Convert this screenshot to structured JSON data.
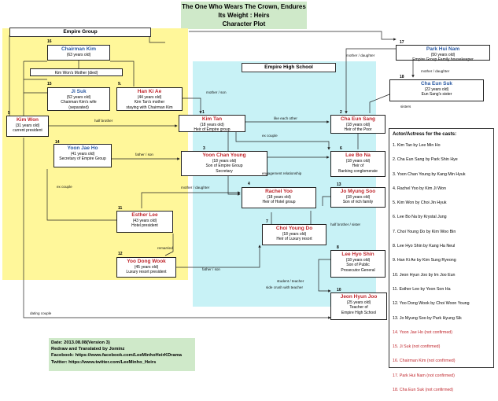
{
  "title": {
    "line1": "The One Who Wears The Crown, Endures Its Weight : Heirs",
    "line2": "Character Plot"
  },
  "regions": {
    "empire_group": "Empire Group",
    "empire_high_school": "Empire High School"
  },
  "characters": {
    "c1": {
      "num": "1",
      "name": "Kim Tan",
      "l1": "(18 years old)",
      "l2": "Heir of Empire group"
    },
    "c2": {
      "num": "2",
      "name": "Cha Eun Sang",
      "l1": "(18 years old)",
      "l2": "Heir of the Poor"
    },
    "c3": {
      "num": "3",
      "name": "Yoon Chan Young",
      "l1": "(18 years old)",
      "l2": "Son of Empire Group",
      "l3": "Secretary"
    },
    "c4": {
      "num": "4",
      "name": "Rachel Yoo",
      "l1": "(18 years old)",
      "l2": "Heir of Hotel group"
    },
    "c5": {
      "num": "5",
      "name": "Kim Won",
      "l1": "(31 years old)",
      "l2": "current president"
    },
    "c6": {
      "num": "6",
      "name": "Lee Bo Na",
      "l1": "(18 years old)",
      "l2": "Heir of",
      "l3": "Banking conglomerate"
    },
    "c7": {
      "num": "7",
      "name": "Choi Young Do",
      "l1": "(18 years old)",
      "l2": "Heir of Luxury resort"
    },
    "c8": {
      "num": "8",
      "name": "Lee Hyo Shin",
      "l1": "(18 years old)",
      "l2": "Son of Public",
      "l3": "Prosecutor General"
    },
    "c9": {
      "num": "9.",
      "name": "Han Ki Ae",
      "l1": "(44 years old)",
      "l2": "Kim Tan's mother",
      "l3": "staying with Chairman Kim"
    },
    "c10": {
      "num": "10",
      "name": "Jeon Hyun Joo",
      "l1": "(25 years old)",
      "l2": "Teacher of",
      "l3": "Empire High School"
    },
    "c11": {
      "num": "11",
      "name": "Esther Lee",
      "l1": "(43 years old)",
      "l2": "Hotel president"
    },
    "c12": {
      "num": "12",
      "name": "Yoo Dong Wook",
      "l1": "(45 years old)",
      "l2": "Luxury resort president"
    },
    "c13": {
      "num": "13",
      "name": "Jo Myung Soo",
      "l1": "(18 years old)",
      "l2": "Son of rich family"
    },
    "c14": {
      "num": "14",
      "name": "Yoon Jae Ho",
      "l1": "(41 years old)",
      "l2": "Secretary of Empire Group"
    },
    "c15": {
      "num": "15",
      "name": "Ji Suk",
      "l1": "(52 years old)",
      "l2": "Chairman Kim's wife",
      "l3": "(separated)"
    },
    "c16": {
      "num": "16",
      "name": "Chairman Kim",
      "l1": "(63 years old)"
    },
    "c17": {
      "num": "17",
      "name": "Park Hui Nam",
      "l1": "(50 years old)",
      "l2": "Empire Group Family housekeeper"
    },
    "c18": {
      "num": "18",
      "name": "Cha Eun Suk",
      "l1": "(22 years old)",
      "l2": "Eun Sang's sister"
    },
    "mother": {
      "name": "Kim Won's Mother (died)"
    }
  },
  "relations": {
    "mother_son": "mother / son",
    "half_brother": "half brother",
    "like_each_other": "like each other",
    "ex_couple_1": "ex couple",
    "father_son": "father / son",
    "engagement": "engagement relationship",
    "mother_daughter_1": "mother / daughter",
    "mother_daughter_2": "mother / daughter",
    "mother_daughter_3": "mother / daughter",
    "sisters": "sisters",
    "ex_couple_2": "ex couple",
    "remarried": "remarried",
    "half_brother_sister": "half brother / sister",
    "father_son_2": "father / son",
    "student_teacher": "student / teacher",
    "side_crush": "side crush with teacher",
    "dating_couple": "dating couple"
  },
  "cast": {
    "heading": "Actor/Actress for the casts:",
    "items": [
      {
        "text": "1. Kim Tan by Lee Min Ho",
        "confirmed": true
      },
      {
        "text": "2. Cha Eun Sang by Park Shin Hye",
        "confirmed": true
      },
      {
        "text": "3. Yoon Chan Young by Kang Min Hyuk",
        "confirmed": true
      },
      {
        "text": "4. Rachel Yoo by Kim Ji Won",
        "confirmed": true
      },
      {
        "text": "5. Kim Won by Choi Jin Hyuk",
        "confirmed": true
      },
      {
        "text": "6. Lee Bo Na by Krystal Jung",
        "confirmed": true
      },
      {
        "text": "7. Choi Young Do by Kim Woo Bin",
        "confirmed": true
      },
      {
        "text": "8. Lee Hyo Shin by Kang Ha Neul",
        "confirmed": true
      },
      {
        "text": "9. Han Ki Ae by Kim Sung Ryeong",
        "confirmed": true
      },
      {
        "text": "10. Jeon Hyun Joo by Im Joo Eun",
        "confirmed": true
      },
      {
        "text": "11. Esther Lee by Yoon Son Ha",
        "confirmed": true
      },
      {
        "text": "12. Yoo Dong Wook by Choi Woon Young",
        "confirmed": true
      },
      {
        "text": "13. Jo Myung Soo by Park Hyung Sik",
        "confirmed": true
      },
      {
        "text": "14. Yoon Jae Ho (not confirmed)",
        "confirmed": false
      },
      {
        "text": "15. Ji Suk (not confirmed)",
        "confirmed": false
      },
      {
        "text": "16. Chairman Kim (not confirmed)",
        "confirmed": false
      },
      {
        "text": "17. Park Hui Nam (not confirmed)",
        "confirmed": false
      },
      {
        "text": "18. Cha Eun Suk (not confirmed)",
        "confirmed": false
      }
    ]
  },
  "footer": {
    "date": "Date: 2013.08.08(Version 3)",
    "credit": "Redraw and Translated by Jominz",
    "facebook": "Facebook: https://www.facebook.com/LeeMinhoHeirKDrama",
    "twitter": "Twitter: https://www.twitter.com/LeeMinho_Heirs"
  },
  "colors": {
    "yellow_region": "#fff79a",
    "cyan_region": "#c8f2f6",
    "name_red": "#c0262c",
    "name_blue": "#2b5aa3",
    "title_green": "#cfe9c9"
  }
}
